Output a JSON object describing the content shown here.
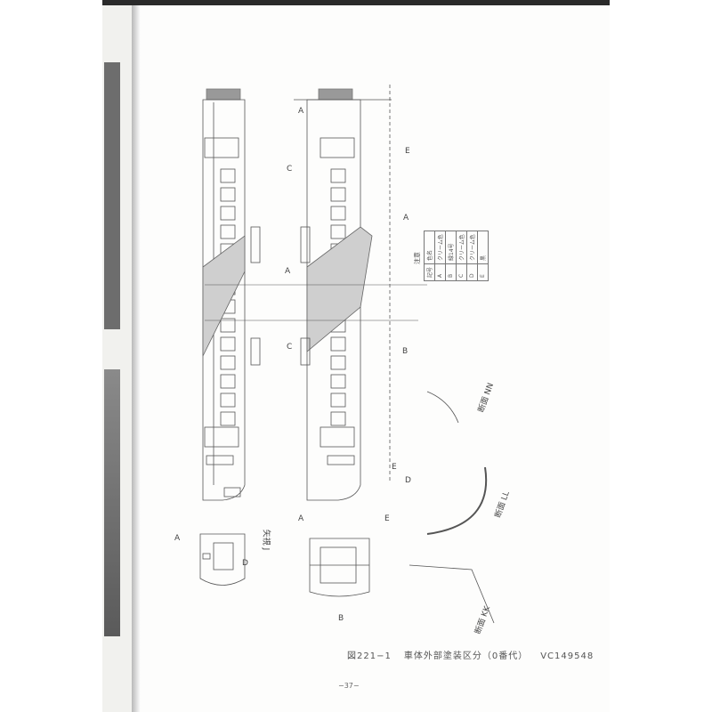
{
  "caption": {
    "figure_no": "図221−1",
    "title": "車体外部塗装区分（0番代）",
    "code": "VC149548"
  },
  "page_number": "−37−",
  "labels": {
    "a": "A",
    "b": "B",
    "c": "C",
    "d": "D",
    "e": "E",
    "view_j": "矢視 J",
    "section_nn": "断面 NN",
    "section_ll": "断面 LL",
    "section_kk": "断面 KK",
    "note": "注意"
  },
  "color_table": {
    "headers": [
      "記号",
      "色名"
    ],
    "rows": [
      [
        "A",
        "クリーム色"
      ],
      [
        "B",
        "緑14号"
      ],
      [
        "C",
        "クリーム色"
      ],
      [
        "D",
        "クリーム色"
      ],
      [
        "E",
        "黒"
      ]
    ]
  }
}
